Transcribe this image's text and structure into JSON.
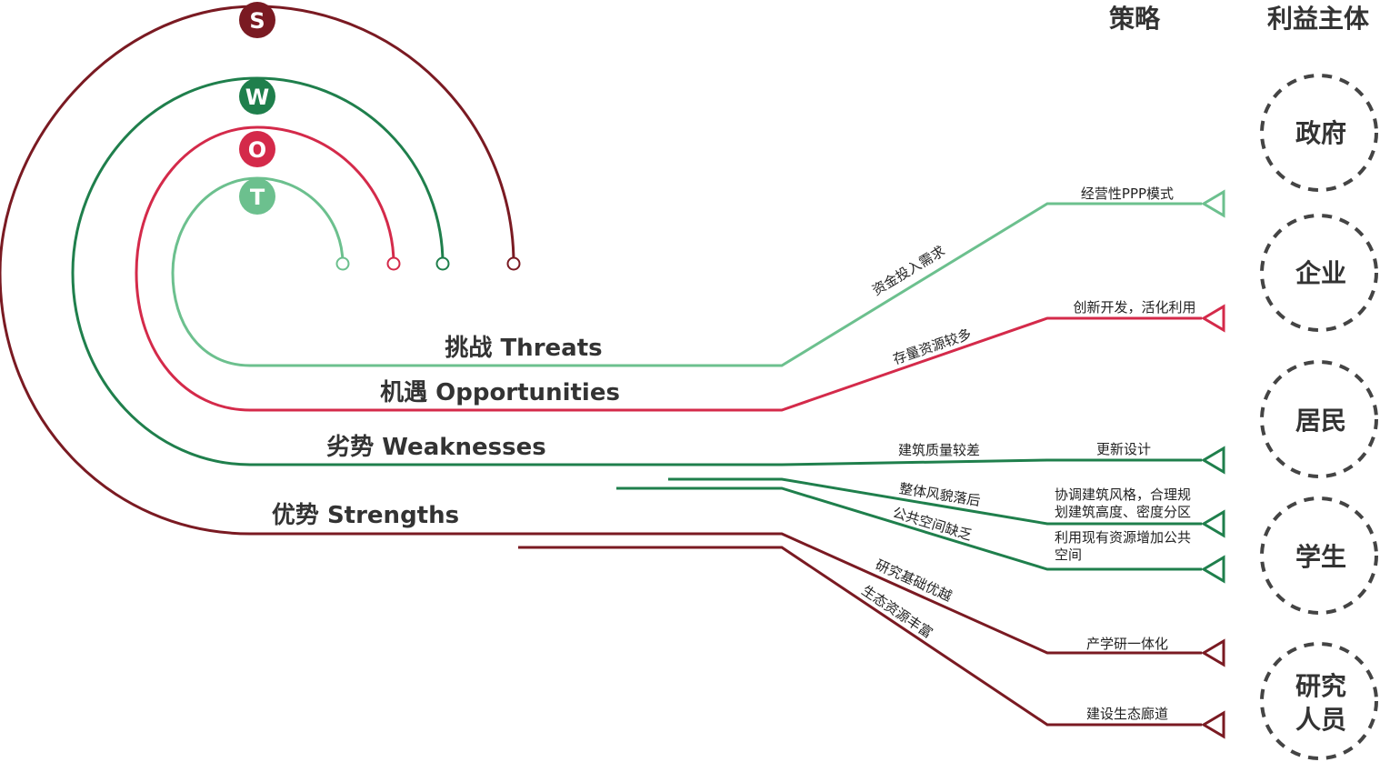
{
  "colors": {
    "strengths": "#7a1a22",
    "weaknesses": "#1f7f4c",
    "opportunities": "#d42a4a",
    "threats": "#6cc08e"
  },
  "headers": {
    "strategy": "策略",
    "stakeholders": "利益主体"
  },
  "swot_letters": {
    "s": "S",
    "w": "W",
    "o": "O",
    "t": "T"
  },
  "arcs": {
    "threats": "挑战  Threats",
    "opportunities": "机遇  Opportunities",
    "weaknesses": "劣势  Weaknesses",
    "strengths": "优势  Strengths"
  },
  "branches": {
    "threats": "资金投入需求",
    "opportunities": "存量资源较多",
    "weak1": "建筑质量较差",
    "weak2": "整体风貌落后",
    "weak3": "公共空间缺乏",
    "str1": "研究基础优越",
    "str2": "生态资源丰富"
  },
  "strategies": {
    "ppp": "经营性PPP模式",
    "innovate": "创新开发，活化利用",
    "renew": "更新设计",
    "coord1": "协调建筑风格，合理规",
    "coord2": "划建筑高度、密度分区",
    "use1": "利用现有资源增加公共",
    "use2": "空间",
    "industry": "产学研一体化",
    "eco": "建设生态廊道"
  },
  "stakeholders": {
    "gov": "政府",
    "company": "企业",
    "resident": "居民",
    "student": "学生",
    "research1": "研究",
    "research2": "人员"
  }
}
